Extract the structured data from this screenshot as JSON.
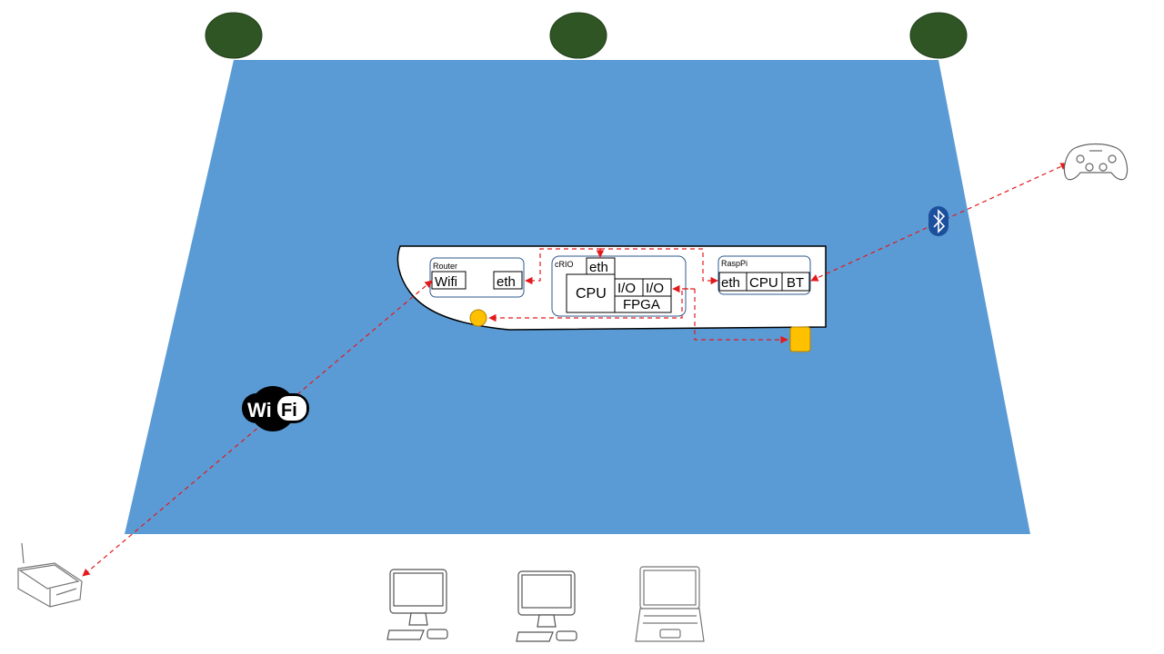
{
  "colors": {
    "pool": "#5b9bd5",
    "tree": "#2f5524",
    "box_border": "#2e5a8c",
    "link": "#e31a1c",
    "sensor": "#ffc000",
    "bluetooth": "#1c4f9c"
  },
  "router": {
    "title": "Router",
    "wifi": "Wifi",
    "eth": "eth"
  },
  "crio": {
    "title": "cRIO",
    "eth": "eth",
    "cpu": "CPU",
    "io1": "I/O",
    "io2": "I/O",
    "fpga": "FPGA"
  },
  "raspi": {
    "title": "RaspPi",
    "eth": "eth",
    "cpu": "CPU",
    "bt": "BT"
  },
  "wifi_logo": {
    "left": "Wi",
    "right": "Fi"
  },
  "icons": {
    "trees": [
      "tree-icon",
      "tree-icon",
      "tree-icon"
    ],
    "gamepad": "gamepad-icon",
    "bluetooth": "bluetooth-icon",
    "wifi": "wifi-logo-icon",
    "access_point": "wireless-router-icon",
    "computers": [
      "desktop-computer-icon",
      "desktop-computer-icon",
      "laptop-icon"
    ]
  }
}
